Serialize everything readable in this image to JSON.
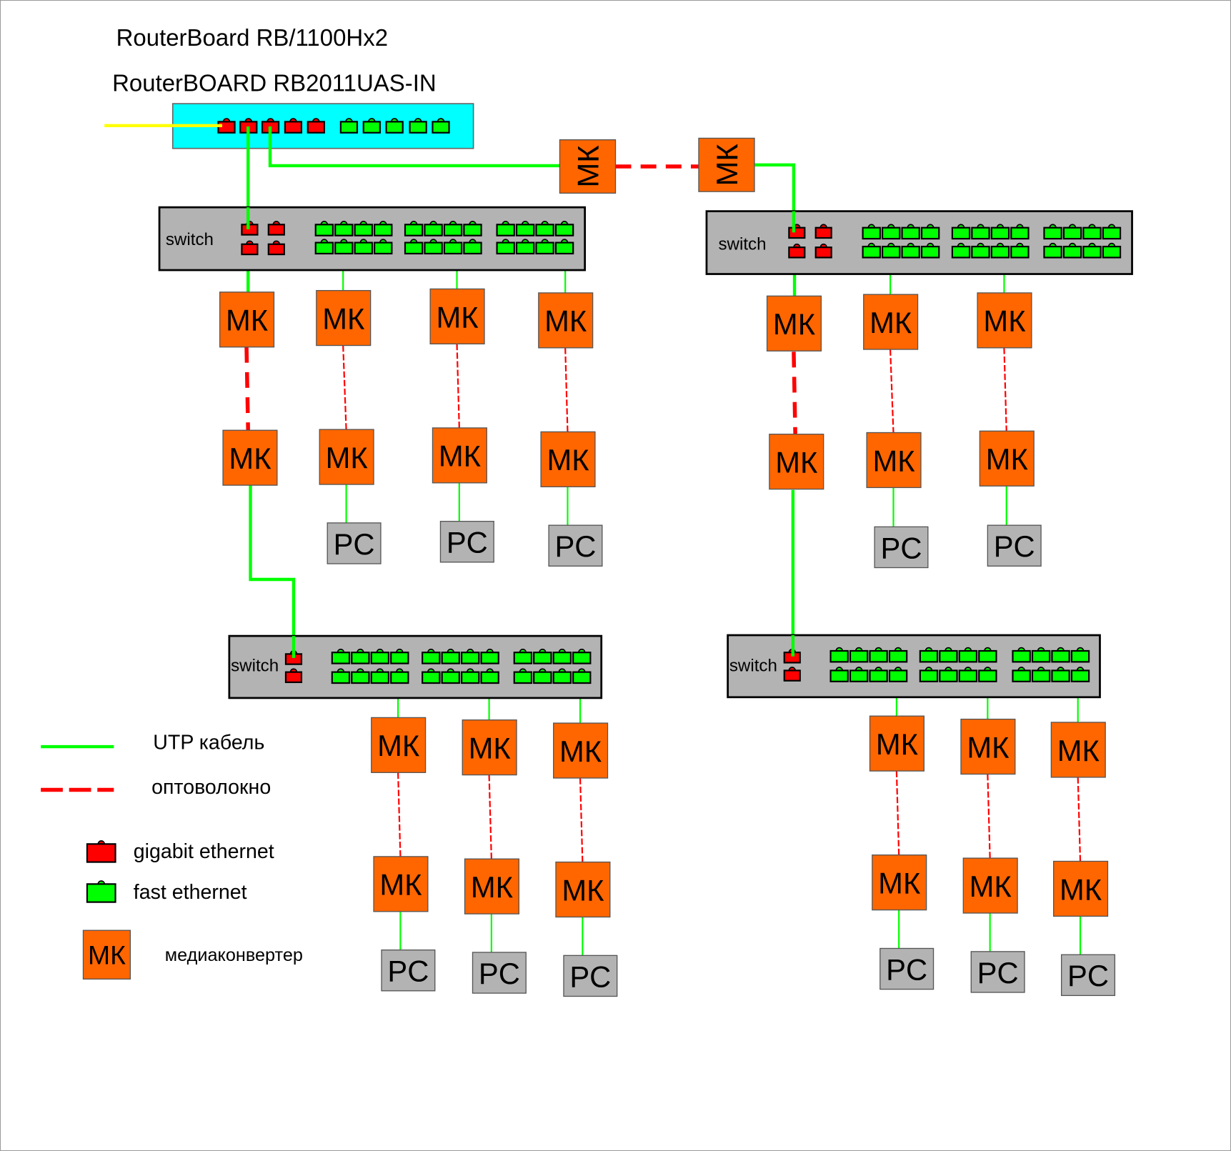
{
  "titles": {
    "line1": "RouterBoard RB/1100Hx2",
    "line2": "RouterBOARD RB2011UAS-IN"
  },
  "colors": {
    "utp": "#00ff00",
    "fiber": "#ff0000",
    "wan": "#ffff00",
    "gigabit_port": "#ff0000",
    "fast_port": "#00ff00",
    "router_body": "#00ffff",
    "switch_body": "#b3b3b3",
    "media_converter": "#ff6600",
    "pc": "#b3b3b3"
  },
  "router": {
    "gigabit_ports": 5,
    "fast_ports": 5
  },
  "labels": {
    "switch": "switch",
    "media_converter": "МК",
    "pc": "PC"
  },
  "switches": [
    {
      "id": "sw-top-left",
      "gigabit_ports": 4,
      "fast_ports": 24
    },
    {
      "id": "sw-top-right",
      "gigabit_ports": 4,
      "fast_ports": 24
    },
    {
      "id": "sw-bottom-left",
      "gigabit_ports": 2,
      "fast_ports": 24
    },
    {
      "id": "sw-bottom-right",
      "gigabit_ports": 2,
      "fast_ports": 24
    }
  ],
  "legend": {
    "utp": "UTP кабель",
    "fiber": "оптоволокно",
    "gigabit": "gigabit ethernet",
    "fast": "fast ethernet",
    "mk_symbol": "МК",
    "mk_desc": "медиаконвертер"
  }
}
